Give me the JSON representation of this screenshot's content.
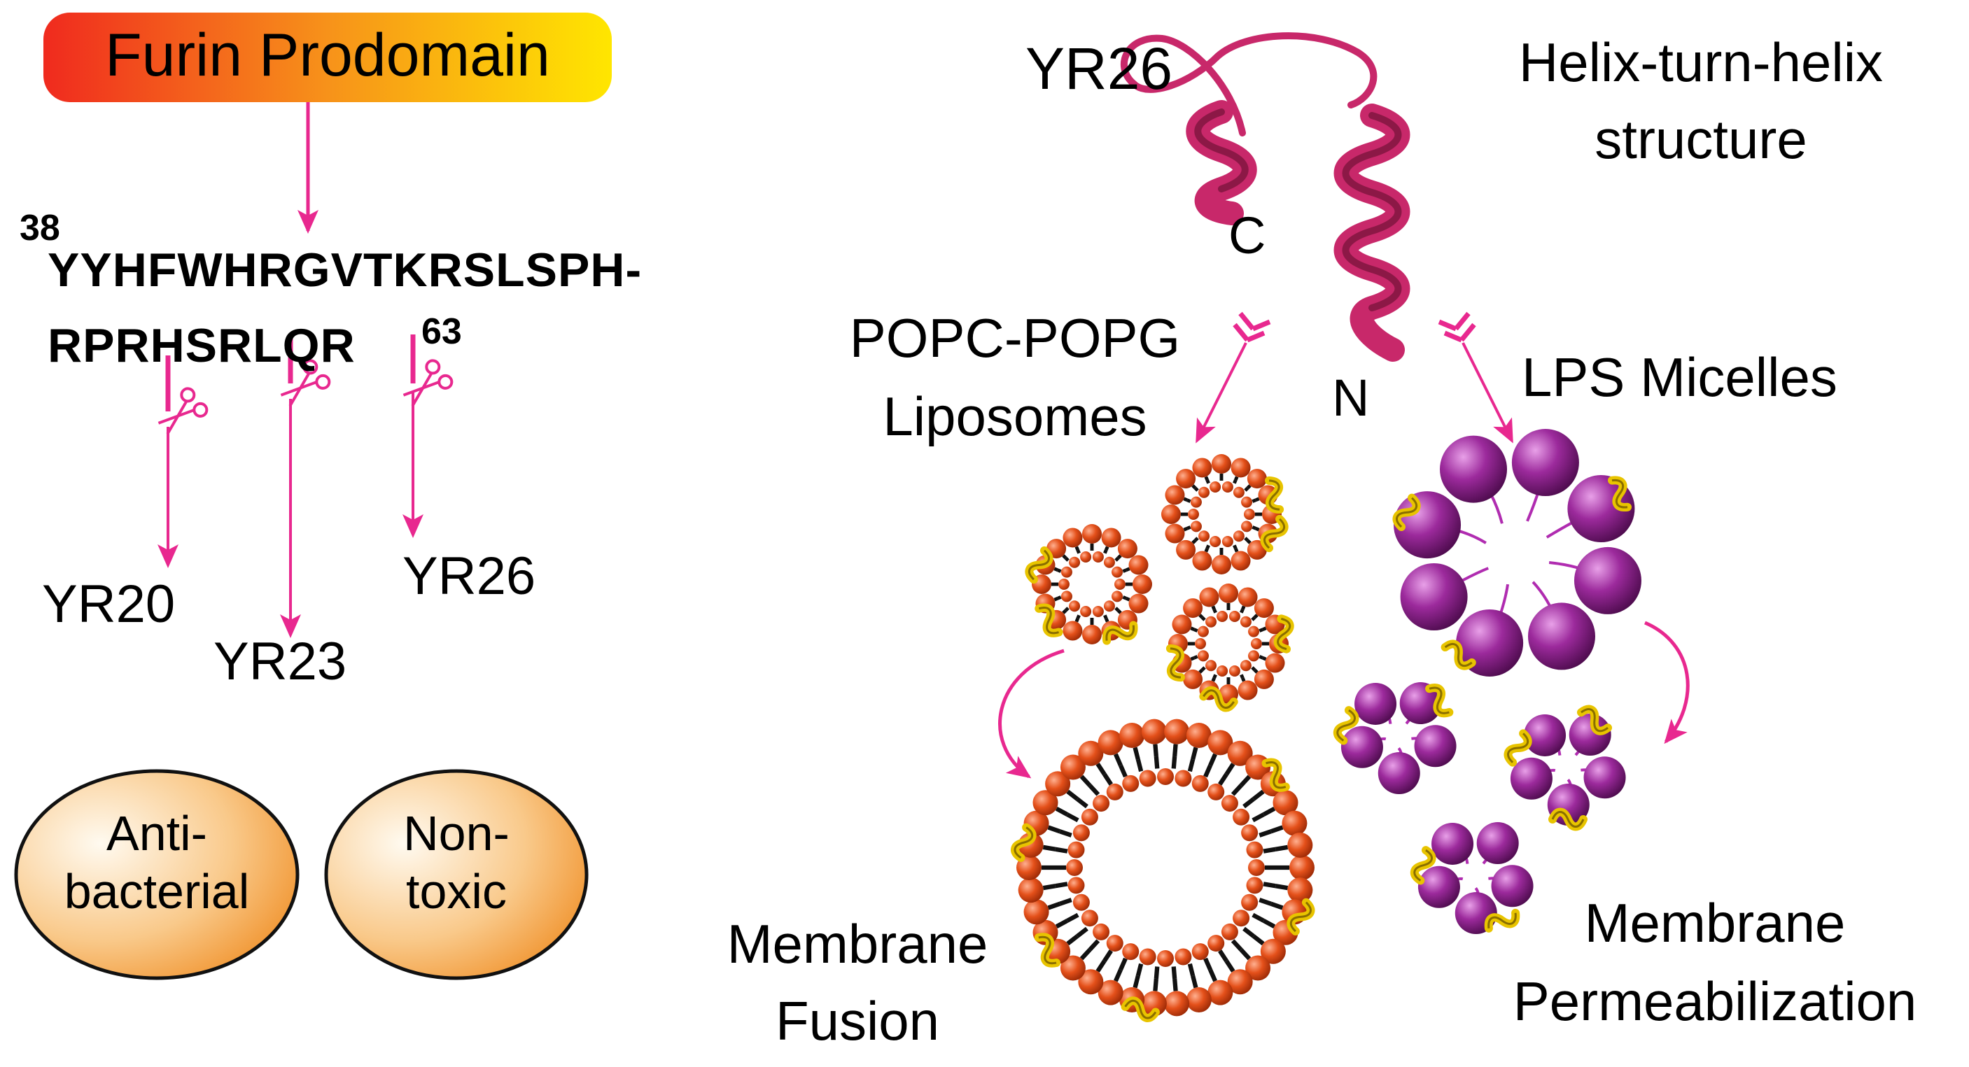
{
  "colors": {
    "arrow": "#e8288f",
    "helix": "#c8286a",
    "lipid_head": "#e04a18",
    "lipid_tail": "#111111",
    "peptide": "#e8c400",
    "lps": "#8c1c8c",
    "prodomain_gradient": [
      "#f02a1e",
      "#f7a21a",
      "#ffe600"
    ],
    "oval_gradient": [
      "#fff6e6",
      "#f09030"
    ]
  },
  "prodomain": {
    "label": "Furin Prodomain"
  },
  "sequence": {
    "start_index": "38",
    "line1": "YYHFWHRGVTKRSLSPH-",
    "line2": "RPRHSRLQR",
    "end_index": "63"
  },
  "fragments": [
    "YR20",
    "YR23",
    "YR26"
  ],
  "properties": [
    "Anti-\nbacterial",
    "Non-\ntoxic"
  ],
  "structure": {
    "peptide_label": "YR26",
    "description_line1": "Helix-turn-helix",
    "description_line2": "structure",
    "c_terminus": "C",
    "n_terminus": "N"
  },
  "liposomes": {
    "label_line1": "POPC-POPG",
    "label_line2": "Liposomes",
    "outcome_line1": "Membrane",
    "outcome_line2": "Fusion"
  },
  "micelles": {
    "label": "LPS Micelles",
    "outcome_line1": "Membrane",
    "outcome_line2": "Permeabilization"
  },
  "icons": [
    "scissors-icon",
    "arrow-icon",
    "helix-ribbon",
    "liposome-icon",
    "micelle-icon"
  ]
}
